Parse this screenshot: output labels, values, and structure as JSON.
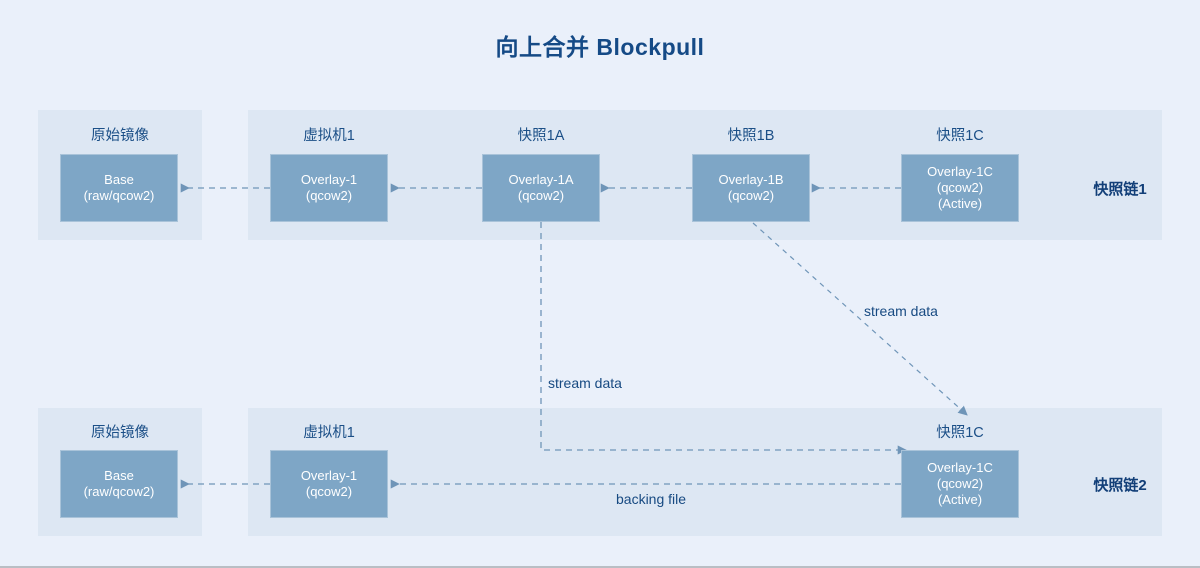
{
  "title": "向上合并 Blockpull",
  "colors": {
    "page_bg": "#eaf0fa",
    "panel_bg": "#dde7f3",
    "node_fill": "#7ea6c6",
    "title_color": "#154a86",
    "label_color": "#1b4f87",
    "wire_color": "#6f95b8"
  },
  "chains": [
    {
      "name": "快照链1",
      "groups": [
        {
          "label": "原始镜像",
          "node": {
            "lines": [
              "Base",
              "(raw/qcow2)"
            ]
          }
        },
        {
          "label": "虚拟机1",
          "node": {
            "lines": [
              "Overlay-1",
              "(qcow2)"
            ]
          }
        },
        {
          "label": "快照1A",
          "node": {
            "lines": [
              "Overlay-1A",
              "(qcow2)"
            ]
          }
        },
        {
          "label": "快照1B",
          "node": {
            "lines": [
              "Overlay-1B",
              "(qcow2)"
            ]
          }
        },
        {
          "label": "快照1C",
          "node": {
            "lines": [
              "Overlay-1C",
              "(qcow2)",
              "(Active)"
            ]
          }
        }
      ]
    },
    {
      "name": "快照链2",
      "groups": [
        {
          "label": "原始镜像",
          "node": {
            "lines": [
              "Base",
              "(raw/qcow2)"
            ]
          }
        },
        {
          "label": "虚拟机1",
          "node": {
            "lines": [
              "Overlay-1",
              "(qcow2)"
            ]
          }
        },
        {
          "label": "快照1C",
          "node": {
            "lines": [
              "Overlay-1C",
              "(qcow2)",
              "(Active)"
            ]
          }
        }
      ]
    }
  ],
  "edge_labels": {
    "stream_data_diagonal": "stream data",
    "stream_data_vertical": "stream data",
    "backing_file": "backing file"
  }
}
